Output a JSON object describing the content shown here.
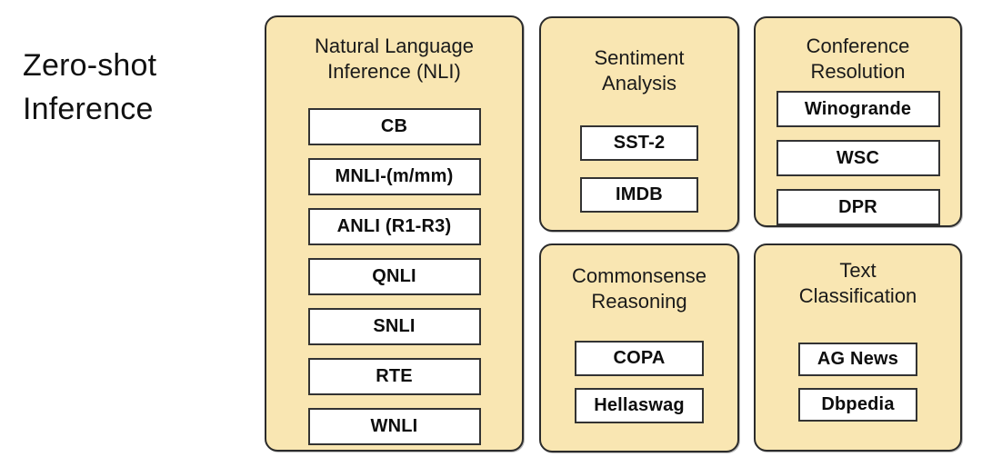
{
  "figure": {
    "side_label_line1": "Zero-shot",
    "side_label_line2": "Inference"
  },
  "colors": {
    "background": "#ffffff",
    "panel_fill": "#f9e6b2",
    "panel_border": "#2b2b2b",
    "box_fill": "#ffffff",
    "box_border": "#333333",
    "title_text": "#1a1a1a",
    "box_text": "#0d0d0d",
    "side_label_text": "#111111"
  },
  "panels": [
    {
      "title_line1": "Natural Language",
      "title_line2": "Inference (NLI)",
      "items": [
        "CB",
        "MNLI-(m/mm)",
        "ANLI (R1-R3)",
        "QNLI",
        "SNLI",
        "RTE",
        "WNLI"
      ]
    },
    {
      "title_line1": "Sentiment",
      "title_line2": "Analysis",
      "items": [
        "SST-2",
        "IMDB"
      ]
    },
    {
      "title_line1": "Conference",
      "title_line2": "Resolution",
      "items": [
        "Winogrande",
        "WSC",
        "DPR"
      ]
    },
    {
      "title_line1": "Commonsense",
      "title_line2": "Reasoning",
      "items": [
        "COPA",
        "Hellaswag"
      ]
    },
    {
      "title_line1": "Text",
      "title_line2": "Classification",
      "items": [
        "AG News",
        "Dbpedia"
      ]
    }
  ]
}
